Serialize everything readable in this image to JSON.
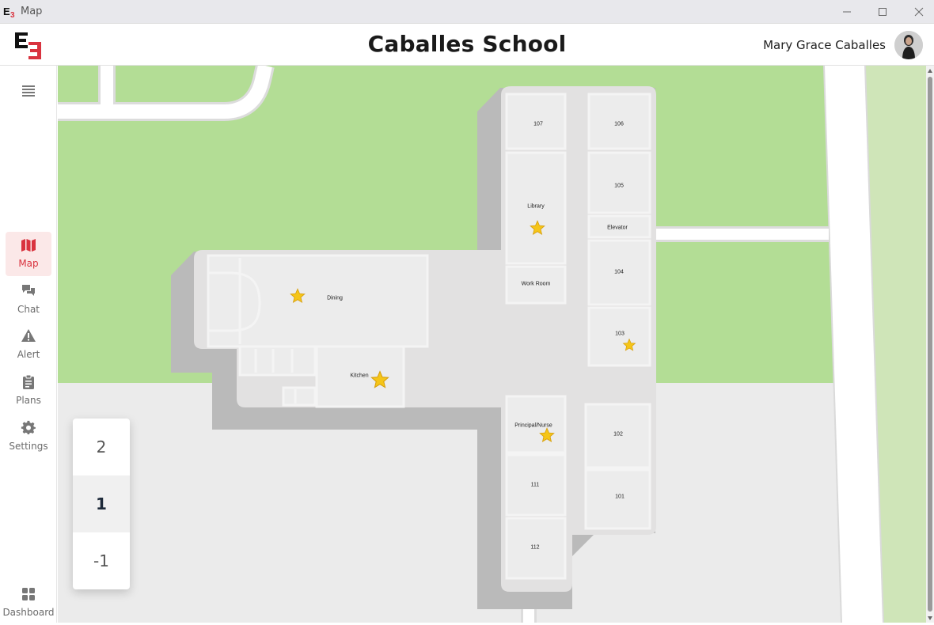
{
  "window": {
    "title": "Map",
    "minimize_icon": "minimize-icon",
    "maximize_icon": "maximize-icon",
    "close_icon": "close-icon"
  },
  "header": {
    "title": "Caballes School",
    "user_name": "Mary Grace Caballes",
    "logo_text": "E3",
    "brand_color": "#d9333f"
  },
  "sidebar": {
    "menu_icon": "hamburger-icon",
    "items": [
      {
        "label": "Map",
        "icon": "map-icon",
        "active": true
      },
      {
        "label": "Chat",
        "icon": "chat-icon",
        "active": false
      },
      {
        "label": "Alert",
        "icon": "alert-icon",
        "active": false
      },
      {
        "label": "Plans",
        "icon": "clipboard-icon",
        "active": false
      },
      {
        "label": "Settings",
        "icon": "gear-icon",
        "active": false
      }
    ],
    "bottom_item": {
      "label": "Dashboard",
      "icon": "dashboard-icon"
    }
  },
  "map": {
    "rooms": {
      "r107": "107",
      "r106": "106",
      "library": "Library",
      "r105": "105",
      "elevator": "Elevator",
      "r104": "104",
      "work_room": "Work Room",
      "dining": "Dining",
      "r103": "103",
      "kitchen": "Kitchen",
      "principal": "Principal/Nurse",
      "r102": "102",
      "r111": "111",
      "r101": "101",
      "r112": "112"
    },
    "colors": {
      "grass": "#b3dd95",
      "road": "#ffffff",
      "ground": "#ebebeb",
      "building": "#e2e1e1",
      "shadow": "#bababa",
      "room": "#ececec",
      "star": "#f5c518"
    }
  },
  "floors": {
    "options": [
      "2",
      "1",
      "-1"
    ],
    "selected": "1"
  }
}
